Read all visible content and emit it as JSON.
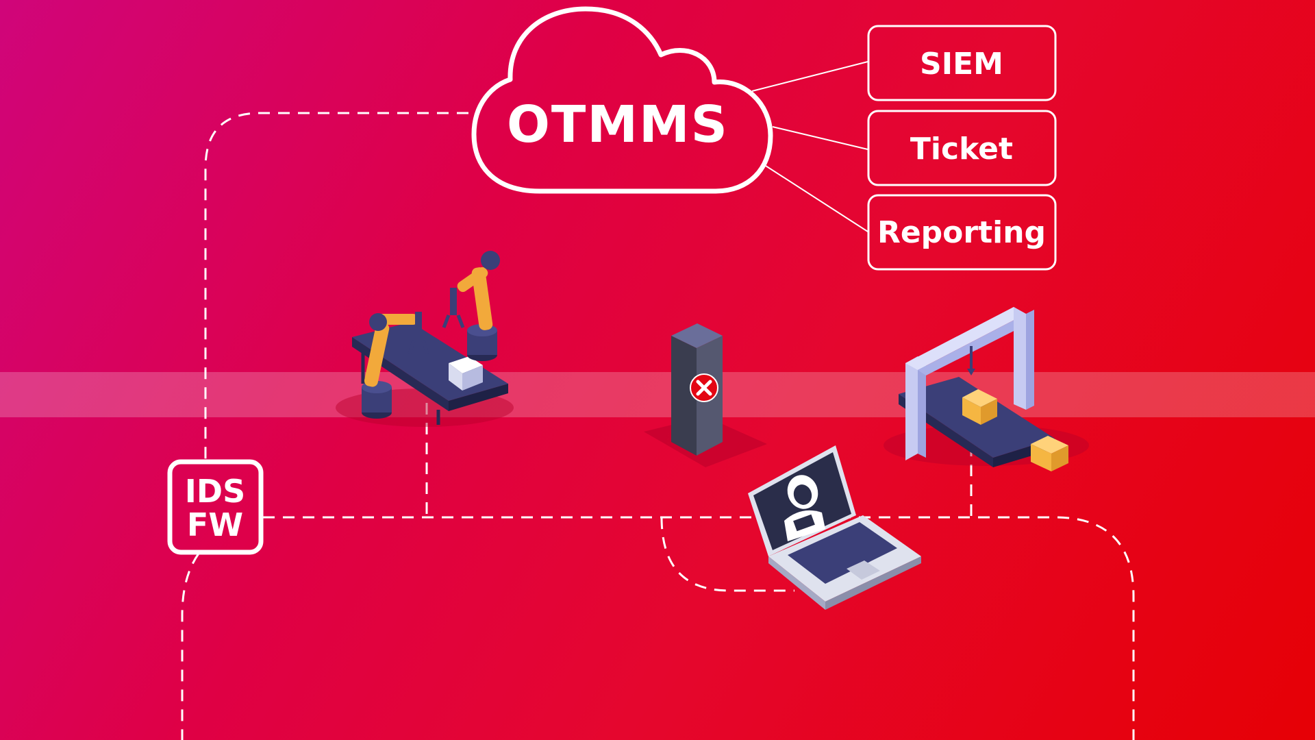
{
  "diagram": {
    "cloud_label": "OTMMS",
    "outputs": [
      {
        "label": "SIEM"
      },
      {
        "label": "Ticket"
      },
      {
        "label": "Reporting"
      }
    ],
    "ids_fw": {
      "line1": "IDS",
      "line2": "FW"
    }
  },
  "colors": {
    "background_start": "#d0057a",
    "background_end": "#e60005",
    "line": "#ffffff",
    "robot_arm": "#f2a93b",
    "conveyor": "#3b3f78",
    "box_yellow": "#f5b642",
    "alert": "#e30613"
  },
  "icons": [
    "robot-arm-conveyor-icon",
    "firewall-appliance-icon",
    "gantry-conveyor-icon",
    "hacker-laptop-icon"
  ]
}
